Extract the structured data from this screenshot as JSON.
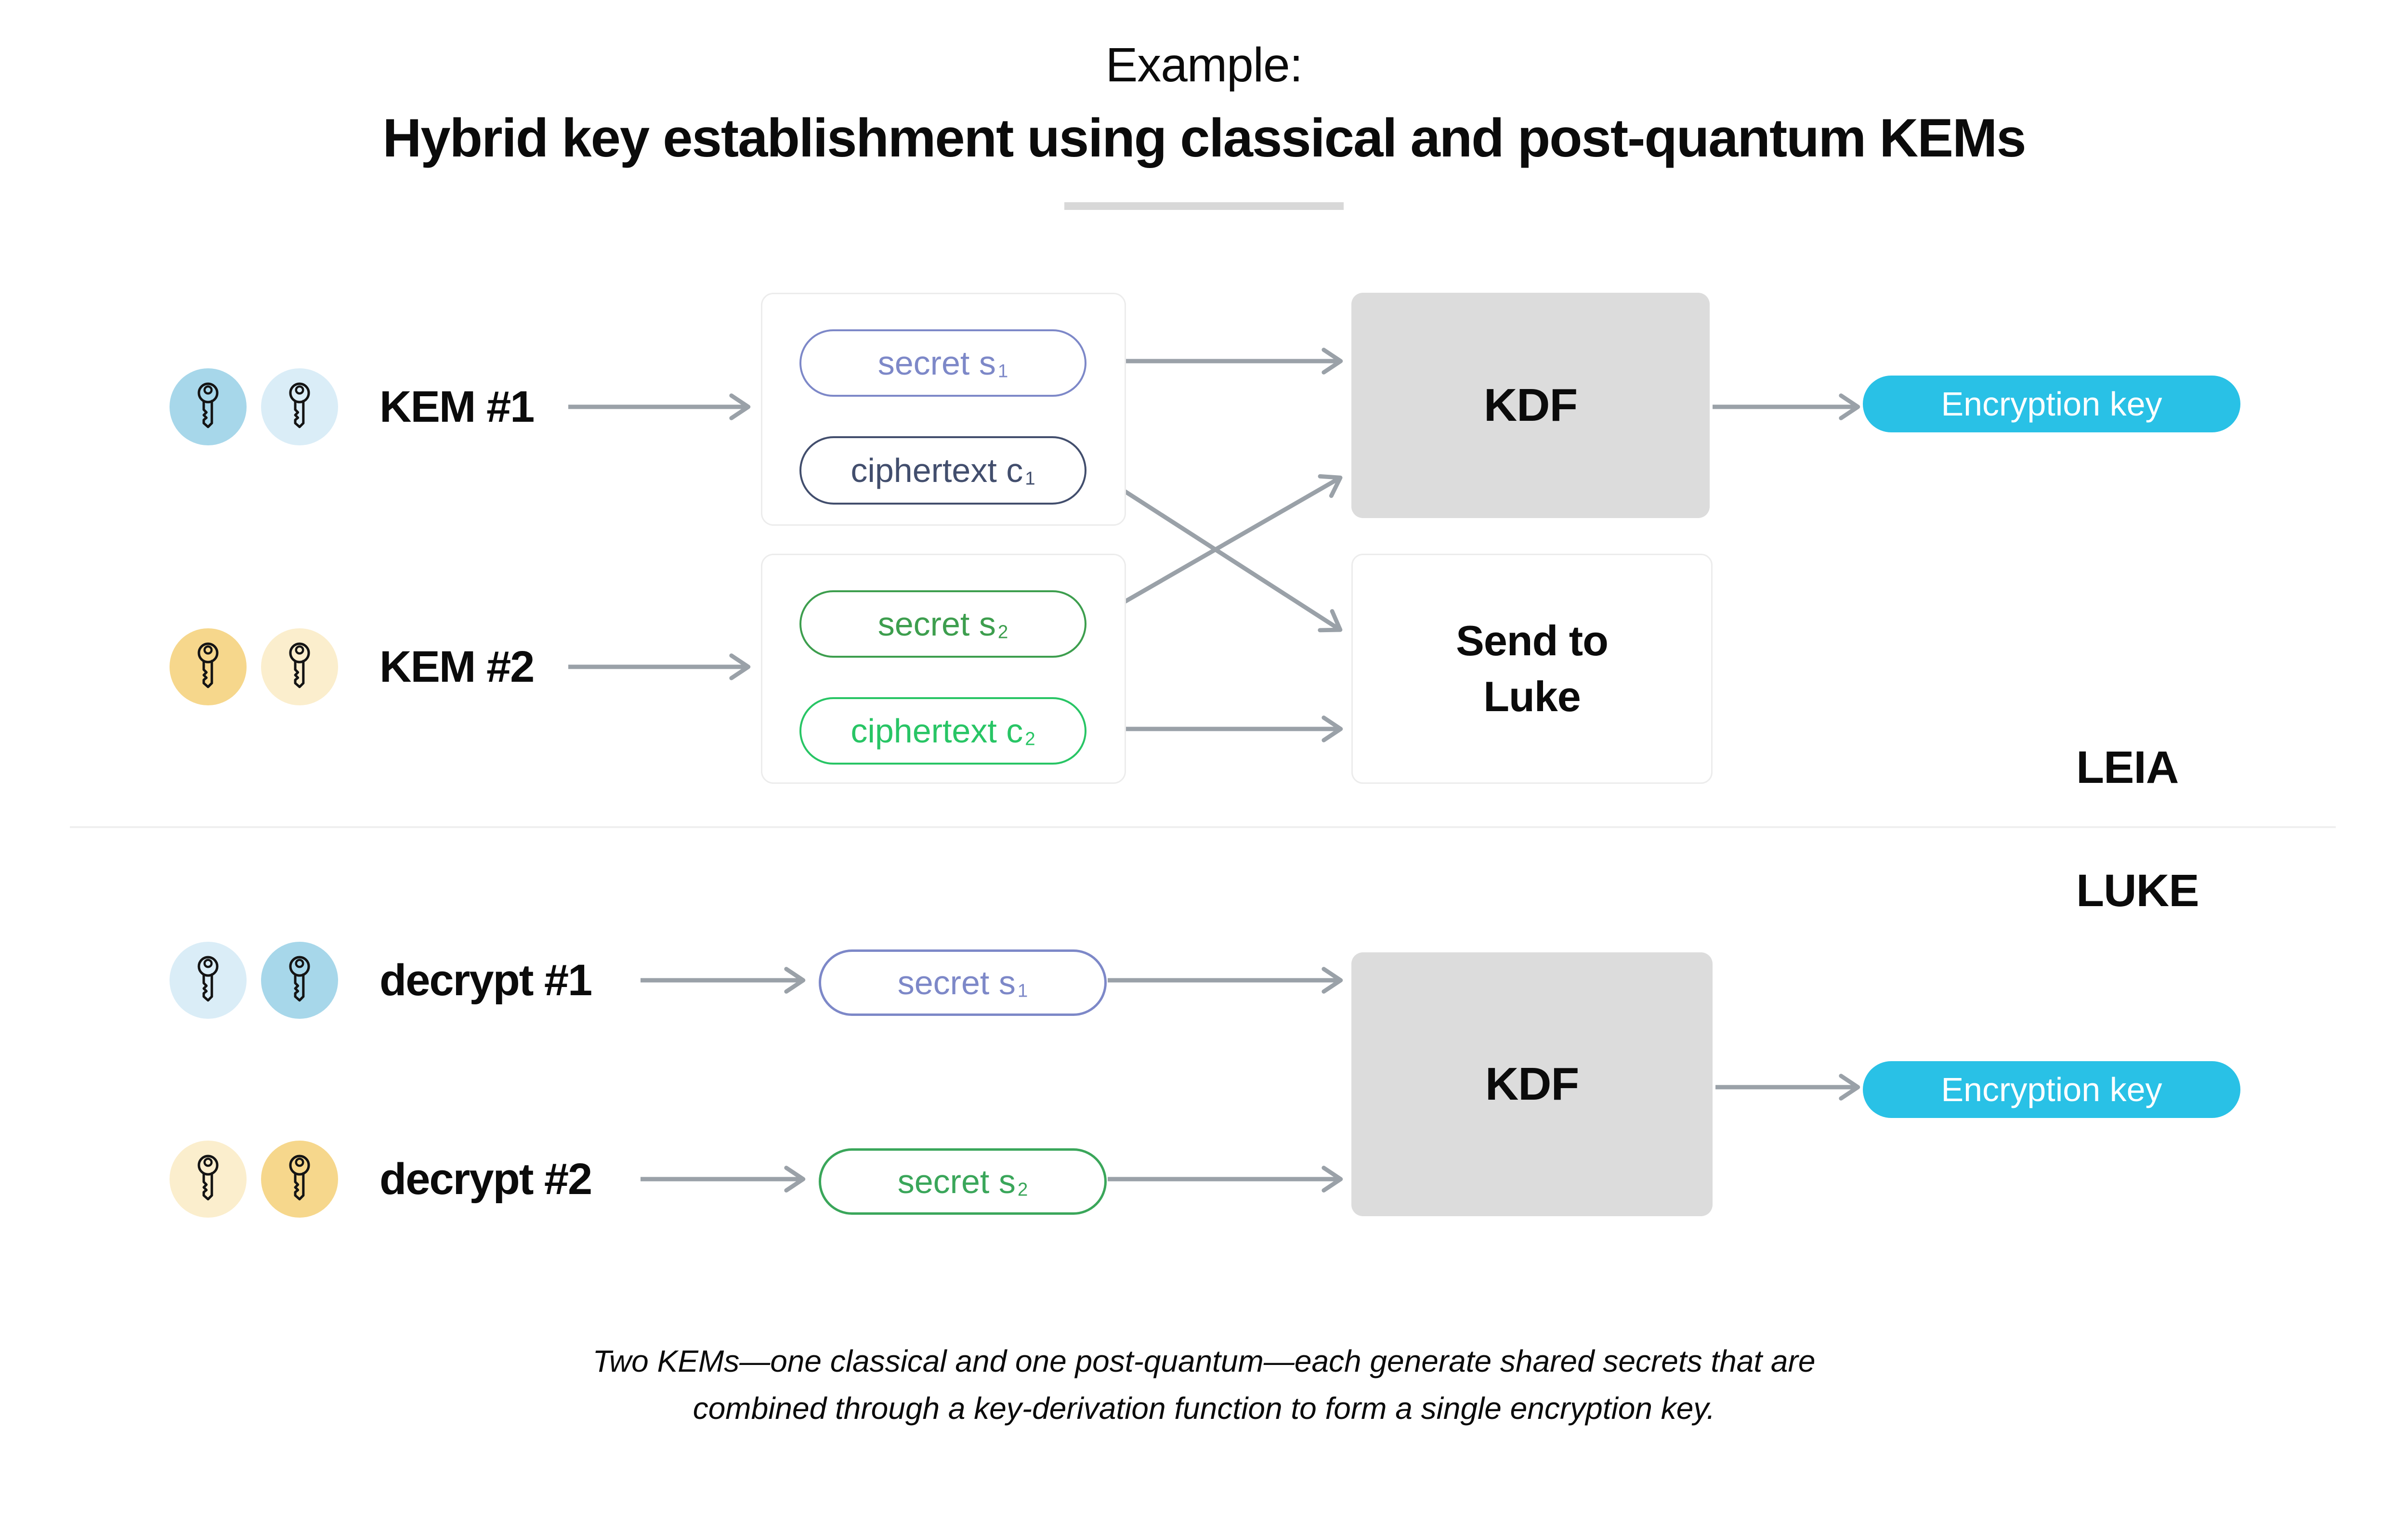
{
  "title": {
    "eyebrow": "Example:",
    "main": "Hybrid key establishment using classical and post-quantum KEMs"
  },
  "actors": {
    "top": "LEIA",
    "bottom": "LUKE"
  },
  "leia": {
    "kem1": {
      "label": "KEM #1",
      "secret": {
        "base": "secret s",
        "sub": "1"
      },
      "ciphertext": {
        "base": "ciphertext c",
        "sub": "1"
      }
    },
    "kem2": {
      "label": "KEM #2",
      "secret": {
        "base": "secret s",
        "sub": "2"
      },
      "ciphertext": {
        "base": "ciphertext c",
        "sub": "2"
      }
    },
    "kdf_label": "KDF",
    "send": {
      "line1": "Send to",
      "line2": "Luke"
    },
    "encryption_key": "Encryption key"
  },
  "luke": {
    "decrypt1": {
      "label": "decrypt #1",
      "secret": {
        "base": "secret s",
        "sub": "1"
      }
    },
    "decrypt2": {
      "label": "decrypt #2",
      "secret": {
        "base": "secret s",
        "sub": "2"
      }
    },
    "kdf_label": "KDF",
    "encryption_key": "Encryption key"
  },
  "caption": {
    "line1": "Two KEMs—one classical and one post-quantum—each generate shared secrets that are",
    "line2": "combined through a key-derivation function to form a single encryption key."
  },
  "colors": {
    "accent_cyan": "#29c1e6",
    "arrow_gray": "#9aa1a8",
    "periwinkle": "#7d88c8",
    "navy": "#424e6d",
    "green_dark": "#3d9e4e",
    "green_bright": "#28c565",
    "green_mid": "#3aa65a",
    "kdf_gray": "#dcdcdc",
    "card_border": "#ececec",
    "divider": "#efefef",
    "underline": "#d8d8d8",
    "key_blue_dark": "#a7d7ea",
    "key_blue_light": "#daedf7",
    "key_gold_dark": "#f6d78c",
    "key_gold_light": "#fbeecd"
  }
}
